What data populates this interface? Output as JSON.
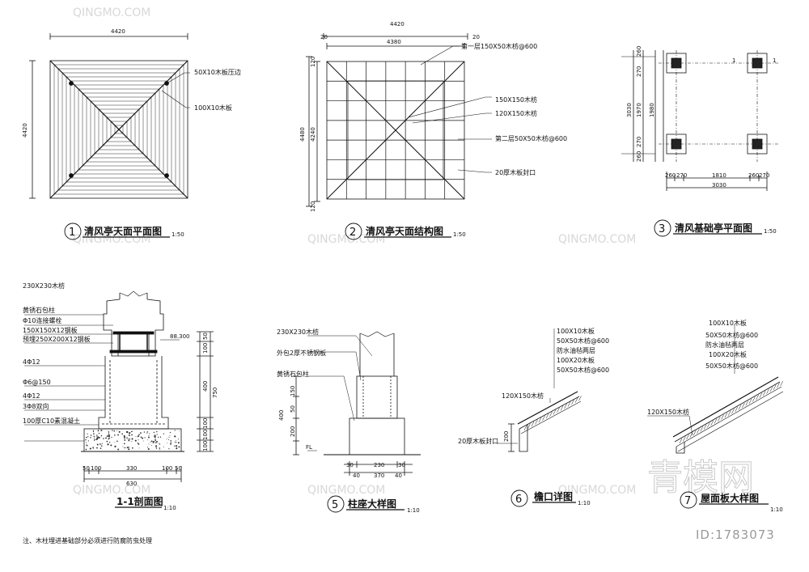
{
  "panels": {
    "p1": {
      "number": "1",
      "title": "清风亭天面平面图",
      "scale": "1:50",
      "dim_top": "4420",
      "dim_left": "4420",
      "labels": [
        "50X10木板压边",
        "100X10木板"
      ]
    },
    "p2": {
      "number": "2",
      "title": "清风亭天面结构图",
      "scale": "1:50",
      "dim_top": "4420",
      "dim_top2": "4380",
      "dim_small": "20",
      "dim_left_outer": "4480",
      "dim_left_inner": "4240",
      "dim_left_a": "120",
      "dim_left_b": "120",
      "labels": [
        "第一层150X50木枋@600",
        "150X150木枋",
        "120X150木枋",
        "第二层50X50木枋@600",
        "20厚木板封口"
      ]
    },
    "p3": {
      "number": "3",
      "title": "清风基础亭平面图",
      "scale": "1:50",
      "left_dims": [
        "260",
        "270",
        "3030",
        "1970",
        "1980",
        "270",
        "260"
      ],
      "bottom_dims": [
        "260",
        "270",
        "1810",
        "260",
        "270"
      ],
      "bottom_total": "3030",
      "axis": "1"
    },
    "p4": {
      "title": "1-1剖面图",
      "scale": "1:10",
      "labels": [
        "230X230木枋",
        "黄锈石包柱",
        "Φ10连接螺栓",
        "150X150X12钢板",
        "预埋250X200X12钢板",
        "4Φ12",
        "Φ6@150",
        "4Φ12",
        "3Φ8双向",
        "100厚C10素混凝土"
      ],
      "elevation": "88.300",
      "right_dims": [
        "50",
        "100",
        "400",
        "100",
        "100",
        "100"
      ],
      "right_total": "750",
      "bottom_dims": [
        "50",
        "100",
        "330",
        "100",
        "50"
      ],
      "bottom_total": "630"
    },
    "p5": {
      "number": "5",
      "title": "柱座大样图",
      "scale": "1:10",
      "labels": [
        "230X230木枋",
        "外包2厚不锈钢板",
        "黄锈石包柱"
      ],
      "left_dims": [
        "150",
        "50",
        "400",
        "200"
      ],
      "fl": "FL",
      "bottom_dims": [
        "30",
        "230",
        "30",
        "40",
        "40"
      ],
      "bottom_total": "370"
    },
    "p6": {
      "number": "6",
      "title": "檐口详图",
      "scale": "1:10",
      "labels": [
        "100X10木板",
        "50X50木枋@600",
        "防水油毡两层",
        "100X20木板",
        "50X50木枋@600",
        "120X150木枋",
        "20厚木板封口"
      ],
      "dim": "200"
    },
    "p7": {
      "number": "7",
      "title": "屋面板大样图",
      "scale": "1:10",
      "labels": [
        "100X10木板",
        "50X50木枋@600",
        "防水油毡两层",
        "100X20木板",
        "50X50木枋@600",
        "120X150木枋"
      ]
    }
  },
  "note": "注、木柱埋进基础部分必须进行防腐防虫处理",
  "watermark": {
    "text": "QINGMO.COM",
    "brand": "青模网",
    "id": "ID:1783073"
  }
}
